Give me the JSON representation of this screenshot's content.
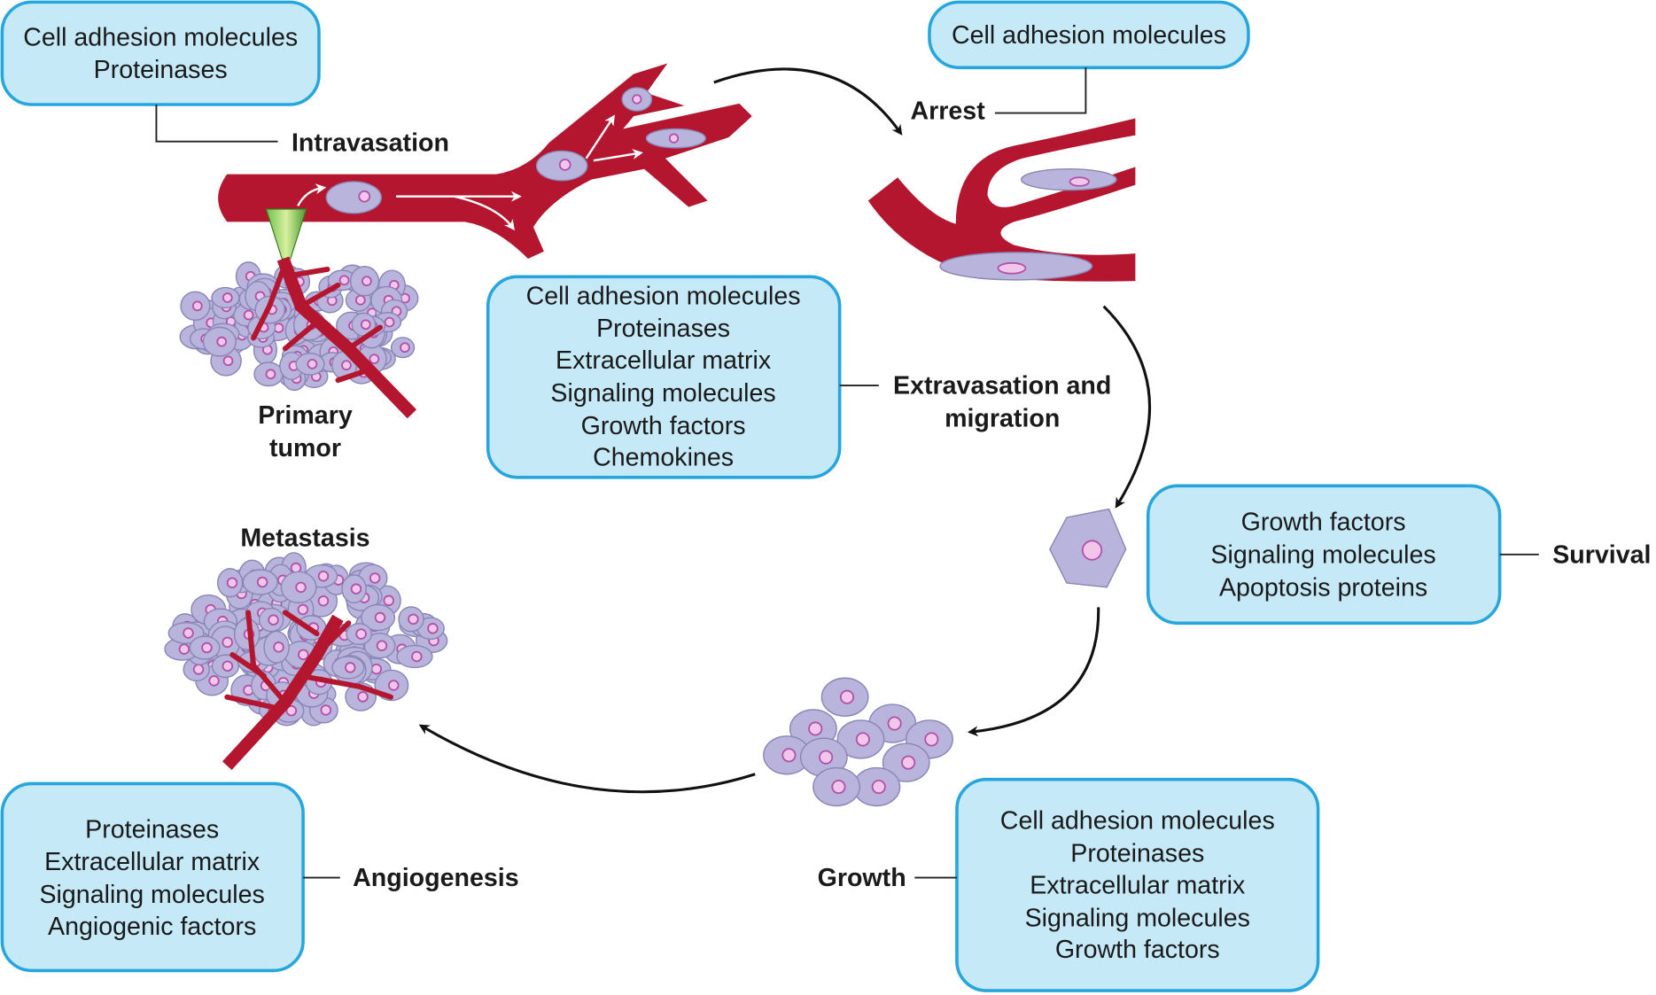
{
  "boxes": {
    "intravasation": [
      "Cell adhesion molecules",
      "Proteinases"
    ],
    "arrest": [
      "Cell adhesion molecules"
    ],
    "extravasation": [
      "Cell adhesion molecules",
      "Proteinases",
      "Extracellular matrix",
      "Signaling molecules",
      "Growth factors",
      "Chemokines"
    ],
    "survival": [
      "Growth factors",
      "Signaling molecules",
      "Apoptosis proteins"
    ],
    "angiogenesis": [
      "Proteinases",
      "Extracellular matrix",
      "Signaling molecules",
      "Angiogenic factors"
    ],
    "growth": [
      "Cell adhesion molecules",
      "Proteinases",
      "Extracellular matrix",
      "Signaling molecules",
      "Growth factors"
    ]
  },
  "labels": {
    "intravasation": "Intravasation",
    "arrest": "Arrest",
    "extravasation_line1": "Extravasation and",
    "extravasation_line2": "migration",
    "survival": "Survival",
    "angiogenesis": "Angiogenesis",
    "growth": "Growth",
    "primary_line1": "Primary",
    "primary_line2": "tumor",
    "metastasis": "Metastasis"
  },
  "colors": {
    "box_fill": "#c6e9f8",
    "box_border": "#27a6dd",
    "vessel": "#b3162e",
    "cell": "#b8b4dc",
    "nucleus": "#f2c6ea"
  }
}
